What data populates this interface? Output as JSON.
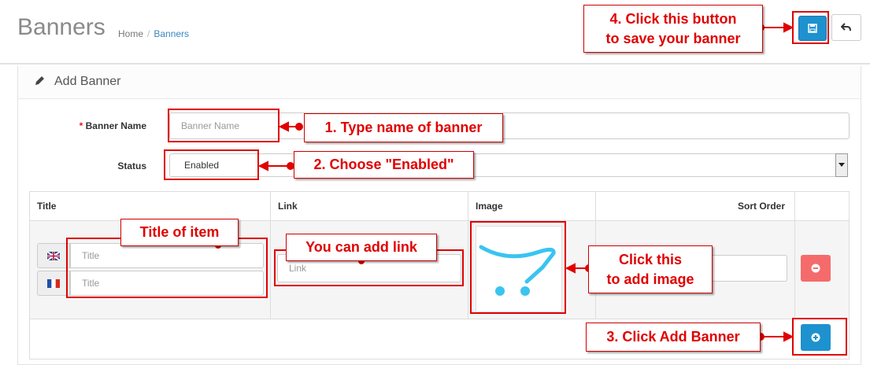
{
  "header": {
    "title": "Banners",
    "breadcrumb": {
      "home": "Home",
      "current": "Banners"
    }
  },
  "panel": {
    "heading": "Add Banner"
  },
  "form": {
    "banner_name": {
      "label": "Banner Name",
      "placeholder": "Banner Name",
      "required_mark": "*"
    },
    "status": {
      "label": "Status",
      "value": "Enabled"
    }
  },
  "table": {
    "columns": [
      "Title",
      "Link",
      "Image",
      "Sort Order"
    ],
    "row": {
      "title_placeholders": [
        "Title",
        "Title"
      ],
      "languages": [
        "en-flag-icon",
        "fr-flag-icon"
      ],
      "link_placeholder": "Link"
    }
  },
  "annotations": {
    "save": {
      "line1": "4. Click this button",
      "line2": "to save your banner"
    },
    "name": "1. Type name of banner",
    "status": "2. Choose \"Enabled\"",
    "title": "Title of item",
    "link": "You can add link",
    "image": {
      "line1": "Click this",
      "line2": "to add image"
    },
    "add": "3. Click Add Banner"
  },
  "colors": {
    "primary": "#1e91cf",
    "danger": "#f56b6b",
    "annotation": "#e00000",
    "cart_blue": "#3ac4f0"
  },
  "icons": {
    "save": "save-icon",
    "back": "reply-icon",
    "heading": "pencil-icon",
    "remove": "minus-circle-icon",
    "add": "plus-circle-icon"
  }
}
